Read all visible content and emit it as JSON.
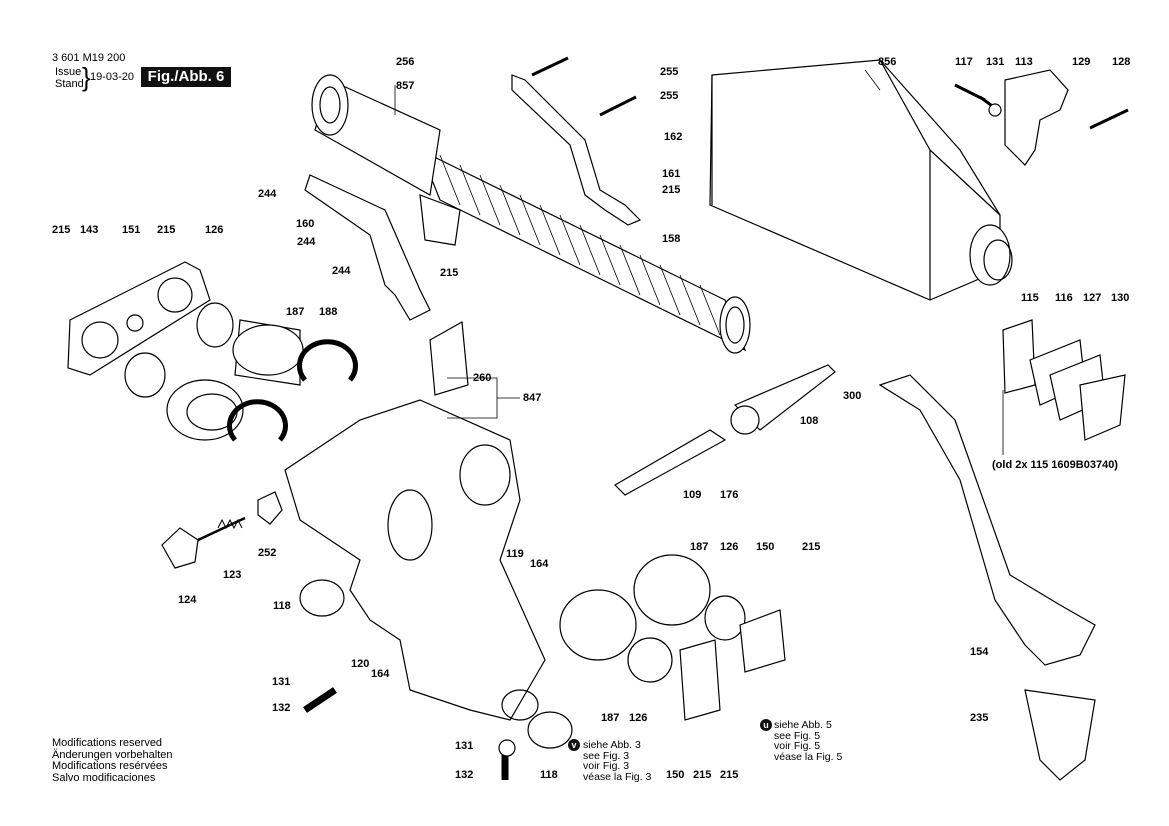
{
  "header": {
    "doc_number": "3 601 M19 200",
    "issue_label": "Issue",
    "stand_label": "Stand",
    "brace": "}",
    "date": "19-03-20",
    "figure_tag": "Fig./Abb. 6"
  },
  "callouts": {
    "c256": "256",
    "c857": "857",
    "c255a": "255",
    "c255b": "255",
    "c162": "162",
    "c161": "161",
    "c215a": "215",
    "c244a": "244",
    "c160": "160",
    "c244b": "244",
    "c244c": "244",
    "c215b": "215",
    "c158": "158",
    "c856": "856",
    "c117": "117",
    "c131a": "131",
    "c113": "113",
    "c129": "129",
    "c128": "128",
    "c215c": "215",
    "c143": "143",
    "c151": "151",
    "c215d": "215",
    "c126a": "126",
    "c187a": "187",
    "c188": "188",
    "c260": "260",
    "c847": "847",
    "c115": "115",
    "c116": "116",
    "c127": "127",
    "c130": "130",
    "c300": "300",
    "c108": "108",
    "c109": "109",
    "c176": "176",
    "c119": "119",
    "c164a": "164",
    "c252": "252",
    "c123": "123",
    "c124": "124",
    "c118a": "118",
    "c120": "120",
    "c164b": "164",
    "c131b": "131",
    "c132a": "132",
    "c187b": "187",
    "c126b": "126",
    "c150a": "150",
    "c215e": "215",
    "c187c": "187",
    "c126c": "126",
    "c150b": "150",
    "c215f": "215",
    "c215g": "215",
    "c131c": "131",
    "c132b": "132",
    "c118b": "118",
    "c154": "154",
    "c235": "235"
  },
  "notes": {
    "old_note": "(old 2x 115 1609B03740)",
    "fig3_marker": "v",
    "fig3_lines": [
      "siehe Abb. 3",
      "see Fig. 3",
      "voir Fig. 3",
      "véase la Fig. 3"
    ],
    "fig5_marker": "u",
    "fig5_lines": [
      "siehe Abb. 5",
      "see Fig. 5",
      "voir Fig. 5",
      "véase la Fig. 5"
    ]
  },
  "footer": {
    "lines": [
      "Modifications reserved",
      "Änderungen vorbehalten",
      "Modifications resérvées",
      "Salvo modificaciones"
    ]
  },
  "colors": {
    "ink": "#000000",
    "paper": "#ffffff",
    "tag_bg": "#111111"
  }
}
